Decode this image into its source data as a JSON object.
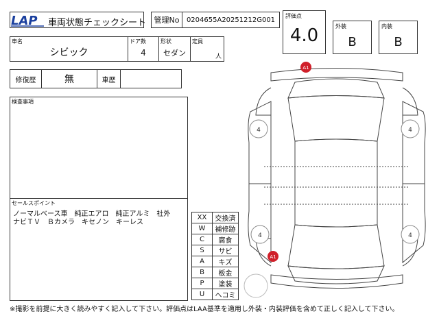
{
  "header": {
    "logo": "LAP",
    "title": "車両状態チェックシート",
    "mgmt_label": "管理No",
    "mgmt_no": "0204655A20251212G001"
  },
  "score": {
    "label": "評価点",
    "value": "4.0",
    "exterior_label": "外装",
    "exterior_value": "B",
    "interior_label": "内装",
    "interior_value": "B"
  },
  "vehicle": {
    "name_label": "車名",
    "name": "シビック",
    "doors_label": "ドア数",
    "doors": "4",
    "body_label": "形状",
    "body": "セダン",
    "capacity_label": "定員",
    "capacity": "",
    "capacity_unit": "人"
  },
  "history": {
    "repair_label": "修復歴",
    "repair_value": "無",
    "car_history_label": "車歴",
    "car_history_value": ""
  },
  "inspection": {
    "label": "検査事項",
    "content": ""
  },
  "sales_points": {
    "label": "セールスポイント",
    "line1": "ノーマルベース車　純正エアロ　純正アルミ　社外",
    "line2": "ナビＴＶ　Ｂカメラ　キセノン　キーレス"
  },
  "legend": [
    {
      "code": "XX",
      "desc": "交換済"
    },
    {
      "code": "W",
      "desc": "補修跡"
    },
    {
      "code": "C",
      "desc": "腐食"
    },
    {
      "code": "S",
      "desc": "サビ"
    },
    {
      "code": "A",
      "desc": "キズ"
    },
    {
      "code": "B",
      "desc": "板金"
    },
    {
      "code": "P",
      "desc": "塗装"
    },
    {
      "code": "U",
      "desc": "ヘコミ"
    }
  ],
  "diagram": {
    "marks": [
      {
        "label": "A1",
        "color": "#d0202a"
      },
      {
        "label": "A1",
        "color": "#d0202a"
      }
    ],
    "tires": [
      "4",
      "4",
      "4",
      "4"
    ]
  },
  "footer": {
    "note": "※撮影を前提に大きく読みやすく記入して下さい。評価点はLAA基準を適用し外装・内装評価を含めて正しく記入して下さい。"
  }
}
